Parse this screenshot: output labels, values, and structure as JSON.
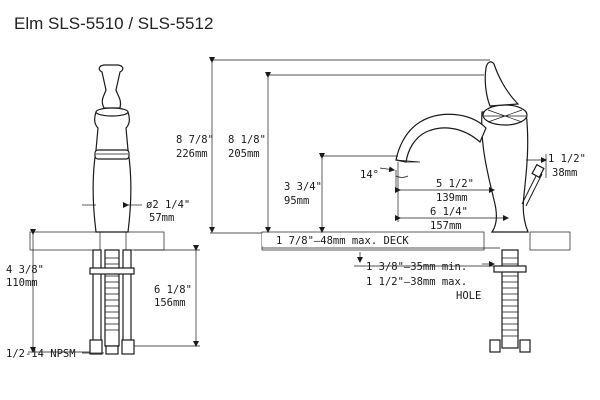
{
  "title": "Elm  SLS-5510 / SLS-5512",
  "front_view": {
    "spout_reach_dia": "ø2 1/4\"",
    "spout_reach_mm": "57mm",
    "under_deck_height": "4 3/8\"",
    "under_deck_height_mm": "110mm",
    "shank_length": "6 1/8\"",
    "shank_length_mm": "156mm",
    "thread": "1/2-14 NPSM"
  },
  "side_view": {
    "overall_height": "8 7/8\"",
    "overall_height_mm": "226mm",
    "body_height": "8 1/8\"",
    "body_height_mm": "205mm",
    "spout_clearance": "3 3/4\"",
    "spout_clearance_mm": "95mm",
    "spout_angle": "14°",
    "spout_reach_1": "5 1/2\"",
    "spout_reach_1_mm": "139mm",
    "spout_reach_2": "6 1/4\"",
    "spout_reach_2_mm": "157mm",
    "pop_up_offset": "1 1/2\"",
    "pop_up_offset_mm": "38mm",
    "deck_thickness": "1 7/8\"—48mm max. DECK",
    "hole_min": "1 3/8\"—35mm min.",
    "hole_max": "1 1/2\"—38mm max.",
    "hole_label": "HOLE"
  }
}
